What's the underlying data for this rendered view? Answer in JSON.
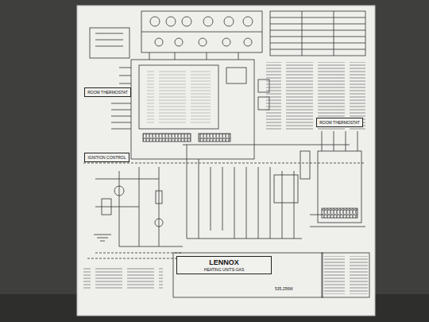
{
  "diagram": {
    "nodes": [
      {
        "text": [
          "ROOM THERMOSTAT"
        ]
      },
      {
        "text": [
          "IGNITION CONTROL"
        ]
      },
      {
        "text": [
          "ROOM THERMOSTAT"
        ]
      },
      {
        "text": [
          "LENNOX",
          "HEATING UNITS-GAS"
        ]
      }
    ],
    "labels": [
      "535,256W"
    ]
  }
}
